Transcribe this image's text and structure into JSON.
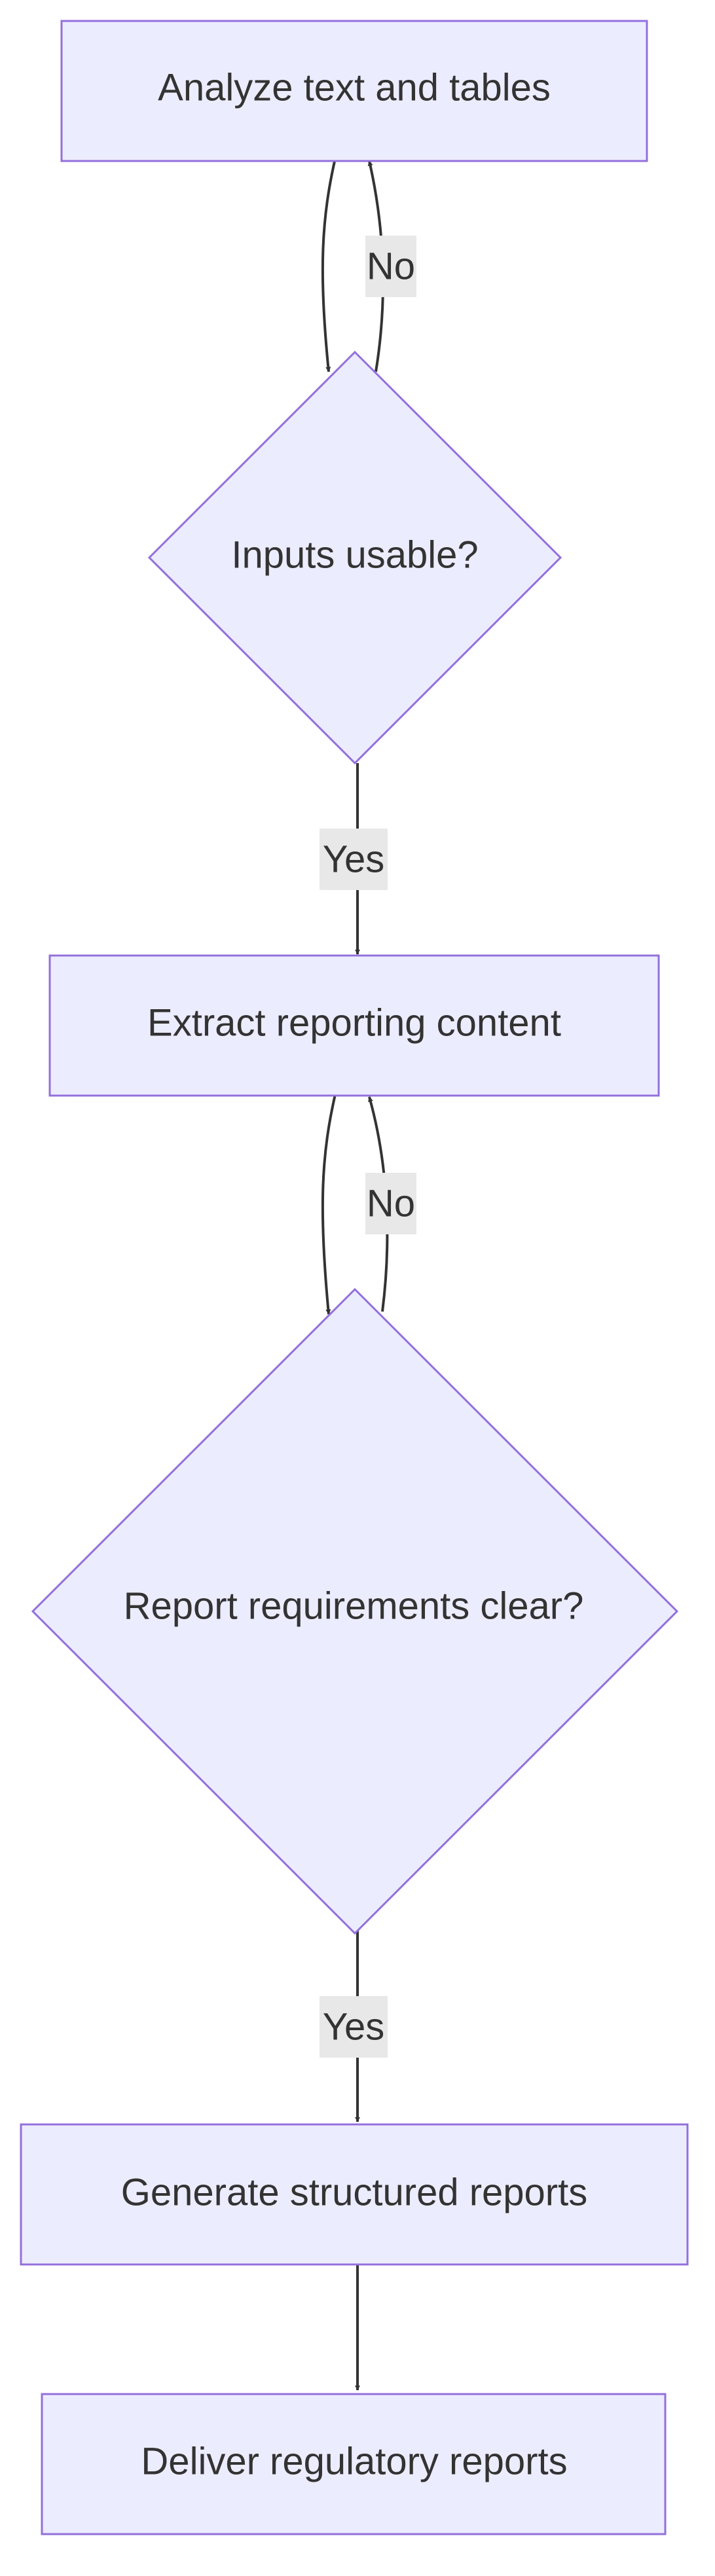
{
  "nodes": {
    "analyze": {
      "label": "Analyze text and tables"
    },
    "inputs_usable": {
      "label": "Inputs usable?"
    },
    "extract": {
      "label": "Extract reporting content"
    },
    "requirements_clear": {
      "label": "Report requirements clear?"
    },
    "generate": {
      "label": "Generate structured reports"
    },
    "deliver": {
      "label": "Deliver regulatory reports"
    }
  },
  "edges": {
    "inputs_no": {
      "label": "No"
    },
    "inputs_yes": {
      "label": "Yes"
    },
    "requirements_no": {
      "label": "No"
    },
    "requirements_yes": {
      "label": "Yes"
    }
  },
  "colors": {
    "node_fill": "#ececff",
    "node_stroke": "#9370db",
    "edge_stroke": "#333333",
    "label_background": "#e8e8e8",
    "text": "#333333"
  }
}
